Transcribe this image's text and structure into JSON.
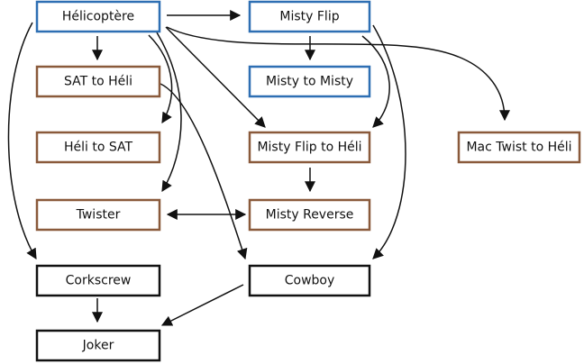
{
  "colors": {
    "blue": "#2e6fb3",
    "brown": "#8a5a3b",
    "black": "#111111"
  },
  "nodes": {
    "helicoptere": {
      "label": "Hélicoptère",
      "color": "blue"
    },
    "misty_flip": {
      "label": "Misty Flip",
      "color": "blue"
    },
    "misty_to_misty": {
      "label": "Misty to Misty",
      "color": "blue"
    },
    "sat_to_heli": {
      "label": "SAT to Héli",
      "color": "brown"
    },
    "heli_to_sat": {
      "label": "Héli to SAT",
      "color": "brown"
    },
    "misty_flip_to_heli": {
      "label": "Misty Flip to Héli",
      "color": "brown"
    },
    "mac_twist_to_heli": {
      "label": "Mac Twist to Héli",
      "color": "brown"
    },
    "twister": {
      "label": "Twister",
      "color": "brown"
    },
    "misty_reverse": {
      "label": "Misty Reverse",
      "color": "brown"
    },
    "corkscrew": {
      "label": "Corkscrew",
      "color": "black"
    },
    "cowboy": {
      "label": "Cowboy",
      "color": "black"
    },
    "joker": {
      "label": "Joker",
      "color": "black"
    }
  },
  "edges": [
    {
      "from": "helicoptere",
      "to": "misty_flip",
      "arrow": "end"
    },
    {
      "from": "helicoptere",
      "to": "sat_to_heli",
      "arrow": "end"
    },
    {
      "from": "helicoptere",
      "to": "heli_to_sat",
      "arrow": "end"
    },
    {
      "from": "helicoptere",
      "to": "twister",
      "arrow": "end"
    },
    {
      "from": "helicoptere",
      "to": "corkscrew",
      "arrow": "end"
    },
    {
      "from": "helicoptere",
      "to": "misty_flip_to_heli",
      "arrow": "end"
    },
    {
      "from": "helicoptere",
      "to": "mac_twist_to_heli",
      "arrow": "end"
    },
    {
      "from": "misty_flip",
      "to": "misty_to_misty",
      "arrow": "end"
    },
    {
      "from": "misty_flip",
      "to": "misty_flip_to_heli",
      "arrow": "end"
    },
    {
      "from": "misty_flip",
      "to": "cowboy",
      "arrow": "end"
    },
    {
      "from": "misty_flip_to_heli",
      "to": "misty_reverse",
      "arrow": "end"
    },
    {
      "from": "sat_to_heli",
      "to": "cowboy",
      "arrow": "end"
    },
    {
      "from": "twister",
      "to": "misty_reverse",
      "arrow": "both"
    },
    {
      "from": "corkscrew",
      "to": "joker",
      "arrow": "end"
    },
    {
      "from": "cowboy",
      "to": "joker",
      "arrow": "end"
    }
  ]
}
